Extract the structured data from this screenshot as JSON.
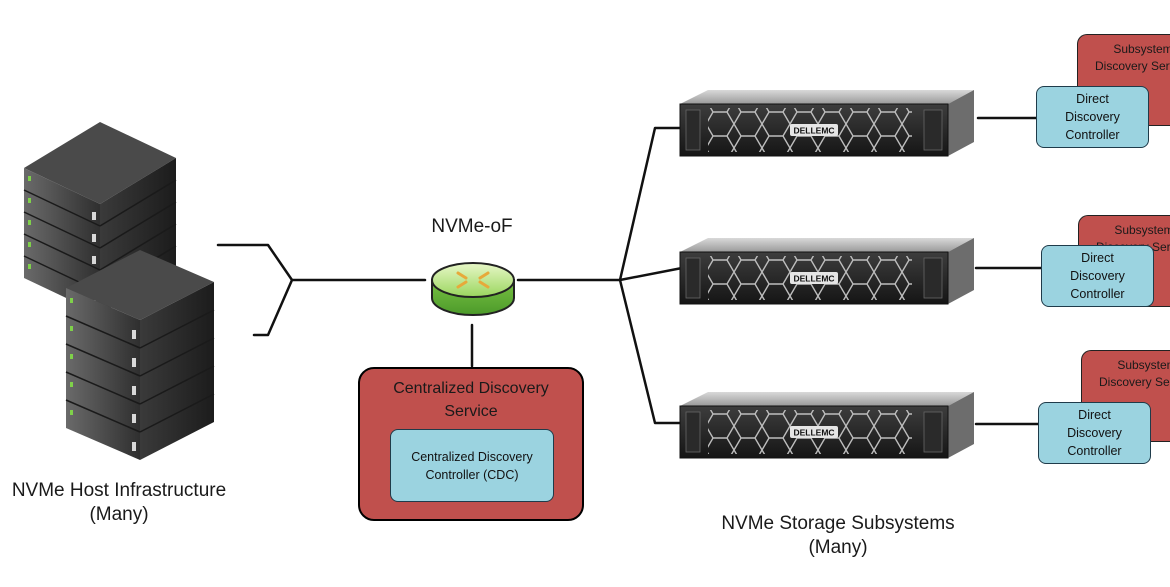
{
  "host": {
    "label_line1": "NVMe Host Infrastructure",
    "label_line2": "(Many)"
  },
  "fabric": {
    "label": "NVMe-oF",
    "router_icon": "router-icon"
  },
  "cds": {
    "title": "Centralized Discovery Service",
    "controller": "Centralized Discovery Controller (CDC)"
  },
  "storage": {
    "label_line1": "NVMe Storage Subsystems",
    "label_line2": "(Many)",
    "brand": "DELLEMC",
    "subsystems": [
      {
        "subsystem_service": "Subsystem\nDiscovery Service",
        "controller": "Direct\nDiscovery\nController"
      },
      {
        "subsystem_service": "Subsystem\nDiscovery Service",
        "controller": "Direct\nDiscovery\nController"
      },
      {
        "subsystem_service": "Subsystem\nDiscovery Service",
        "controller": "Direct\nDiscovery\nController"
      }
    ]
  },
  "colors": {
    "service_red": "#c0504d",
    "controller_blue": "#9bd3e0",
    "router_green": "#7ec850"
  }
}
